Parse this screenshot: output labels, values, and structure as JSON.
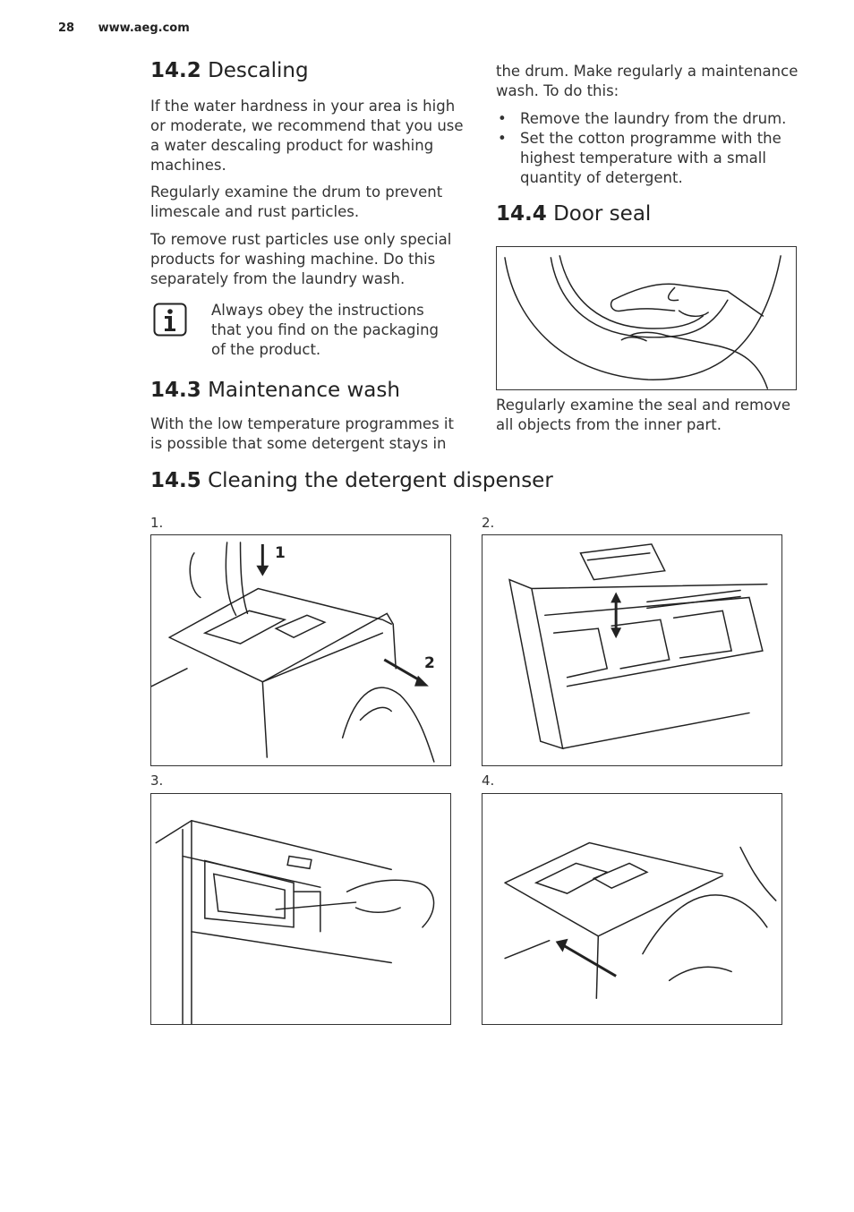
{
  "header": {
    "page_number": "28",
    "url": "www.aeg.com"
  },
  "s142": {
    "num": "14.2",
    "title": "Descaling",
    "p1": "If the water hardness in your area is high or moderate, we recommend that you use a water descaling product for washing machines.",
    "p2": "Regularly examine the drum to prevent limescale and rust particles.",
    "p3": "To remove rust particles use only special products for washing machine. Do this separately from the laundry wash.",
    "note": "Always obey the instructions that you find on the packaging of the product."
  },
  "s143": {
    "num": "14.3",
    "title": "Maintenance wash",
    "p1": "With the low temperature programmes it is possible that some detergent stays in",
    "p1_cont": "the drum. Make regularly a maintenance wash. To do this:",
    "bullets": [
      "Remove the laundry from the drum.",
      "Set the cotton programme with the highest temperature with a small quantity of detergent."
    ]
  },
  "s144": {
    "num": "14.4",
    "title": "Door seal",
    "p1": "Regularly examine the seal and remove all objects from the inner part."
  },
  "s145": {
    "num": "14.5",
    "title": "Cleaning the detergent dispenser",
    "steps": [
      "1.",
      "2.",
      "3.",
      "4."
    ],
    "fig1_labels": [
      "1",
      "2"
    ]
  }
}
